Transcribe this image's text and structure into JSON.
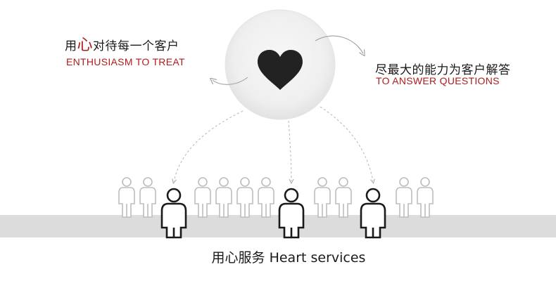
{
  "left_block": {
    "title_prefix": "用",
    "title_accent": "心",
    "title_rest": "对待每一个客户",
    "subtitle": "ENTHUSIASM TO TREAT"
  },
  "right_block": {
    "title": "尽最大的能力为客户解答",
    "subtitle": "TO ANSWER QUESTIONS"
  },
  "footer": {
    "caption": "用心服务 Heart services"
  },
  "colors": {
    "accent_red": "#b01c1c",
    "heart": "#222222",
    "band": "#d9d9d9",
    "figure_light": "#c8c8c8",
    "figure_dark": "#1a1a1a"
  },
  "icons": {
    "center": "heart-icon",
    "crowd": "person-icon"
  }
}
